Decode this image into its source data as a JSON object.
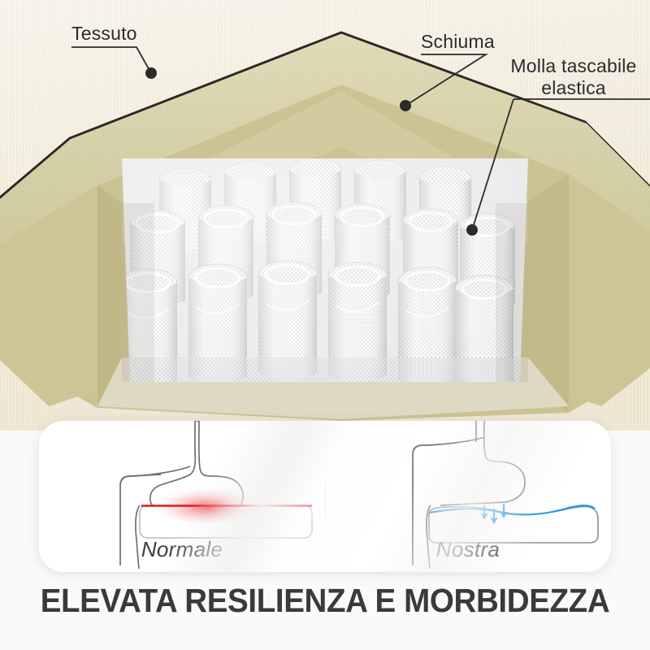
{
  "product_infographic": {
    "language": "it",
    "headline": "ELEVATA RESILIENZA E MORBIDEZZA",
    "callouts": [
      {
        "id": "tessuto",
        "label": "Tessuto",
        "target": "seat-top-fabric"
      },
      {
        "id": "schiuma",
        "label": "Schiuma",
        "target": "foam-layer"
      },
      {
        "id": "molla",
        "label_line1": "Molla tascabile",
        "label_line2": "elastica",
        "target": "pocket-spring-unit"
      }
    ],
    "comparison": {
      "panels": [
        {
          "id": "normale",
          "label": "Normale",
          "indicator": "pressure-point",
          "indicator_color": "#e11b22",
          "cushion": "flat-rigid"
        },
        {
          "id": "nostra",
          "label": "Nostra",
          "indicator": "even-support-arrows",
          "indicator_color": "#1e9ae8",
          "arrow_count": 3,
          "cushion": "contoured-sinking"
        }
      ]
    },
    "colors": {
      "fabric_cream": "#f2ecdb",
      "foam_top": "#d8d2a6",
      "foam_side": "#c8c08f",
      "foam_inner": "#cfc79b",
      "spring_white": "#f4f4f4",
      "outline_dark": "#2d2a24",
      "headline_gray": "#3a3a3a",
      "label_gray": "#2b2b2b",
      "accent_red": "#e11b22",
      "accent_blue": "#1e9ae8",
      "card_white": "#ffffff",
      "background": "#fbfaf8"
    }
  }
}
